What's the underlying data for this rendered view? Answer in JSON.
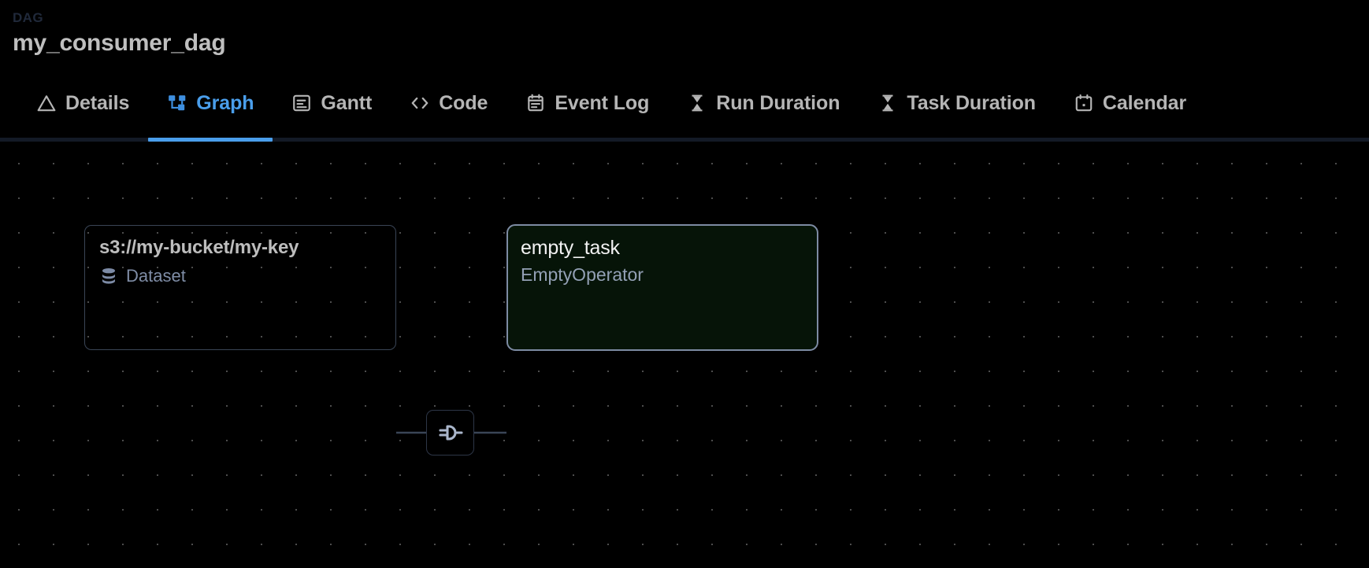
{
  "header": {
    "kicker": "DAG",
    "title": "my_consumer_dag"
  },
  "tabs": [
    {
      "label": "Details",
      "icon": "triangle-alert-icon",
      "active": false
    },
    {
      "label": "Graph",
      "icon": "node-graph-icon",
      "active": true
    },
    {
      "label": "Gantt",
      "icon": "gantt-chart-icon",
      "active": false
    },
    {
      "label": "Code",
      "icon": "code-brackets-icon",
      "active": false
    },
    {
      "label": "Event Log",
      "icon": "clipboard-list-icon",
      "active": false
    },
    {
      "label": "Run Duration",
      "icon": "hourglass-icon",
      "active": false
    },
    {
      "label": "Task Duration",
      "icon": "hourglass-icon",
      "active": false
    },
    {
      "label": "Calendar",
      "icon": "calendar-icon",
      "active": false
    }
  ],
  "graph": {
    "dataset_node": {
      "title": "s3://my-bucket/my-key",
      "type_label": "Dataset",
      "icon": "database-icon"
    },
    "connector": {
      "icon": "plug-icon"
    },
    "task_node": {
      "title": "empty_task",
      "operator": "EmptyOperator"
    }
  },
  "colors": {
    "accent": "#4a9eeb",
    "page_background": "#000000",
    "divider": "#131a26",
    "dataset_border": "#3a4556",
    "task_border": "#7d8ba3",
    "task_fill": "#061408",
    "muted_text": "#7f8da6"
  }
}
